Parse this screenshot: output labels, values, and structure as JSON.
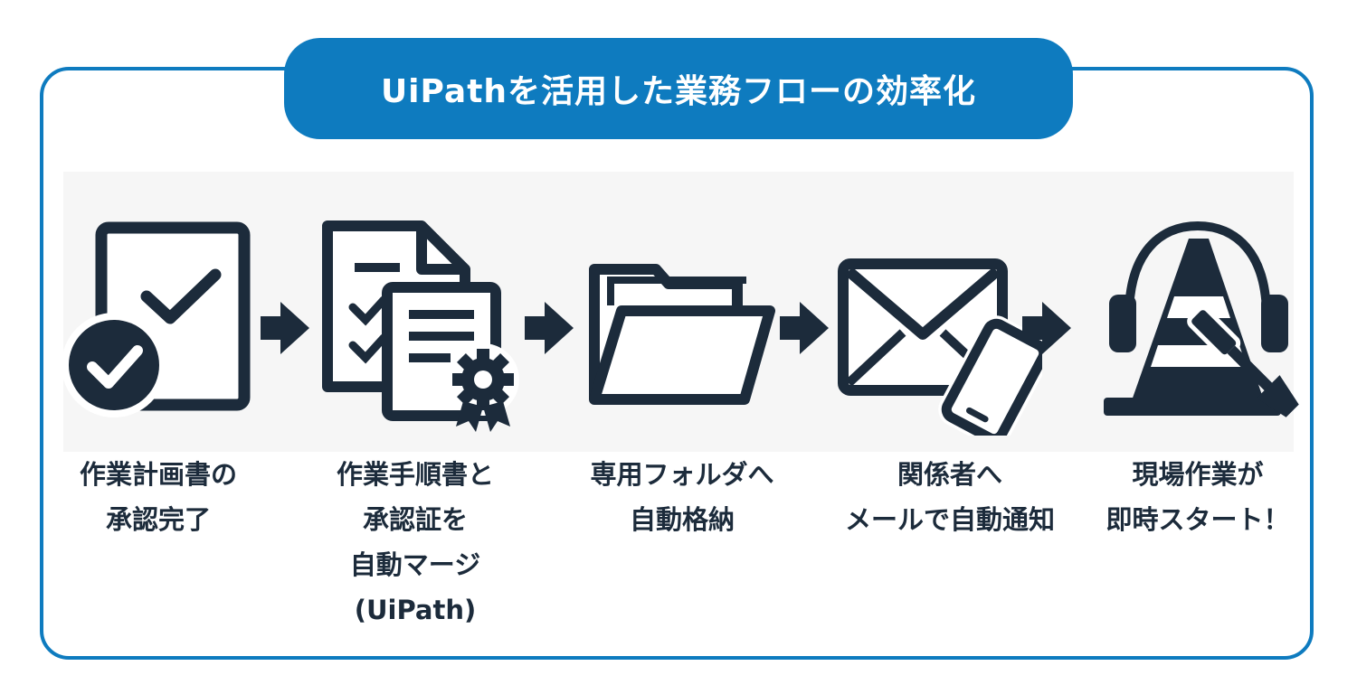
{
  "title": "UiPathを活用した業務フローの効率化",
  "colors": {
    "accent": "#0e7bbf",
    "icon": "#1c2b3b",
    "band": "#f6f6f6"
  },
  "steps": [
    {
      "icon": "approved-document-icon",
      "lines": [
        "作業計画書の",
        "承認完了"
      ]
    },
    {
      "icon": "documents-certificate-icon",
      "lines": [
        "作業手順書と",
        "承認証を",
        "自動マージ",
        "(UiPath)"
      ]
    },
    {
      "icon": "folder-icon",
      "lines": [
        "専用フォルダへ",
        "自動格納"
      ]
    },
    {
      "icon": "mail-phone-icon",
      "lines": [
        "関係者へ",
        "メールで自動通知"
      ]
    },
    {
      "icon": "cone-worker-icon",
      "lines": [
        "現場作業が",
        "即時スタート！"
      ]
    }
  ]
}
